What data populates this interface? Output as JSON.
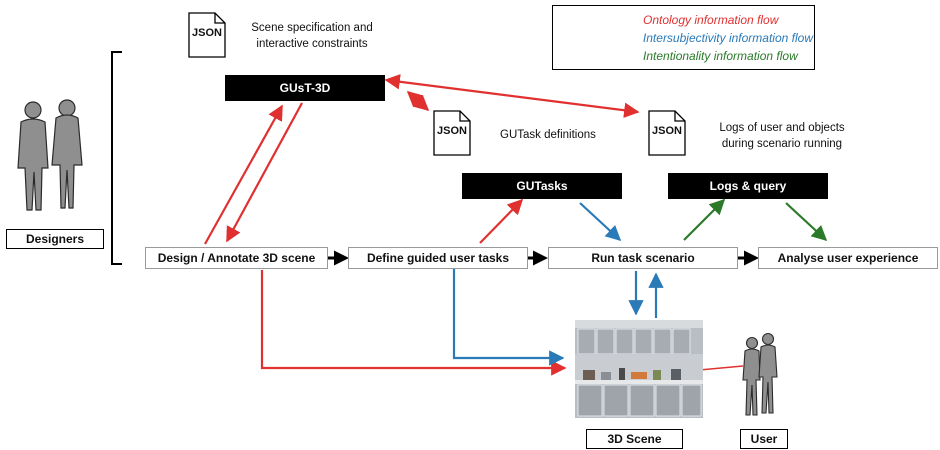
{
  "legend": {
    "items": [
      {
        "label": "Ontology information flow",
        "color": "#e03030"
      },
      {
        "label": "Intersubjectivity information flow",
        "color": "#2a7ab8"
      },
      {
        "label": "Intentionality information flow",
        "color": "#2a7a2a"
      }
    ]
  },
  "docs": {
    "scene": {
      "icon_text": "JSON",
      "caption_1": "Scene specification and",
      "caption_2": "interactive constraints"
    },
    "gutask": {
      "icon_text": "JSON",
      "caption": "GUTask definitions"
    },
    "logs": {
      "icon_text": "JSON",
      "caption_1": "Logs of user and objects",
      "caption_2": "during scenario running"
    }
  },
  "tools": {
    "gust3d": "GUsT-3D",
    "gutasks": "GUTasks",
    "logs_query": "Logs & query"
  },
  "pipeline": {
    "design": "Design / Annotate 3D scene",
    "define": "Define guided user tasks",
    "run": "Run task scenario",
    "analyse": "Analyse user experience"
  },
  "actors": {
    "designers": "Designers",
    "user": "User",
    "scene_3d": "3D Scene"
  },
  "colors": {
    "ontology": "#e03030",
    "intersubjectivity": "#2a7ab8",
    "intentionality": "#2a7a2a"
  }
}
